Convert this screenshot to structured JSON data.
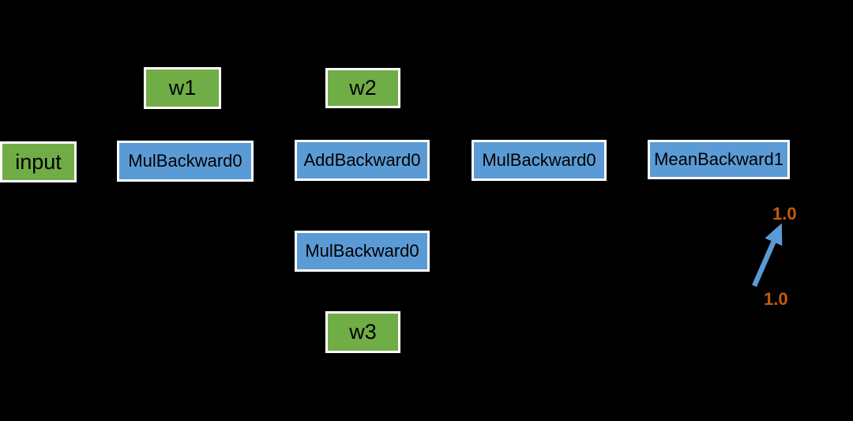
{
  "page": {
    "background_color": "#000000"
  },
  "colors": {
    "tensor_node_fill": "#70ad47",
    "grad_fn_node_fill": "#5b9bd5",
    "node_border": "#ffffff",
    "node_text": "#000000",
    "annotation_text": "#c55a11",
    "arrow": "#5b9bd5"
  },
  "nodes": [
    {
      "id": "input",
      "label": "input",
      "type": "tensor"
    },
    {
      "id": "w1",
      "label": "w1",
      "type": "tensor"
    },
    {
      "id": "w2",
      "label": "w2",
      "type": "tensor"
    },
    {
      "id": "mul1",
      "label": "MulBackward0",
      "type": "grad_fn"
    },
    {
      "id": "add1",
      "label": "AddBackward0",
      "type": "grad_fn"
    },
    {
      "id": "mul2",
      "label": "MulBackward0",
      "type": "grad_fn"
    },
    {
      "id": "mean1",
      "label": "MeanBackward1",
      "type": "grad_fn"
    },
    {
      "id": "mul3",
      "label": "MulBackward0",
      "type": "grad_fn"
    },
    {
      "id": "w3",
      "label": "w3",
      "type": "tensor"
    }
  ],
  "annotations": [
    {
      "id": "grad-top",
      "text": "1.0"
    },
    {
      "id": "grad-bottom",
      "text": "1.0"
    }
  ]
}
